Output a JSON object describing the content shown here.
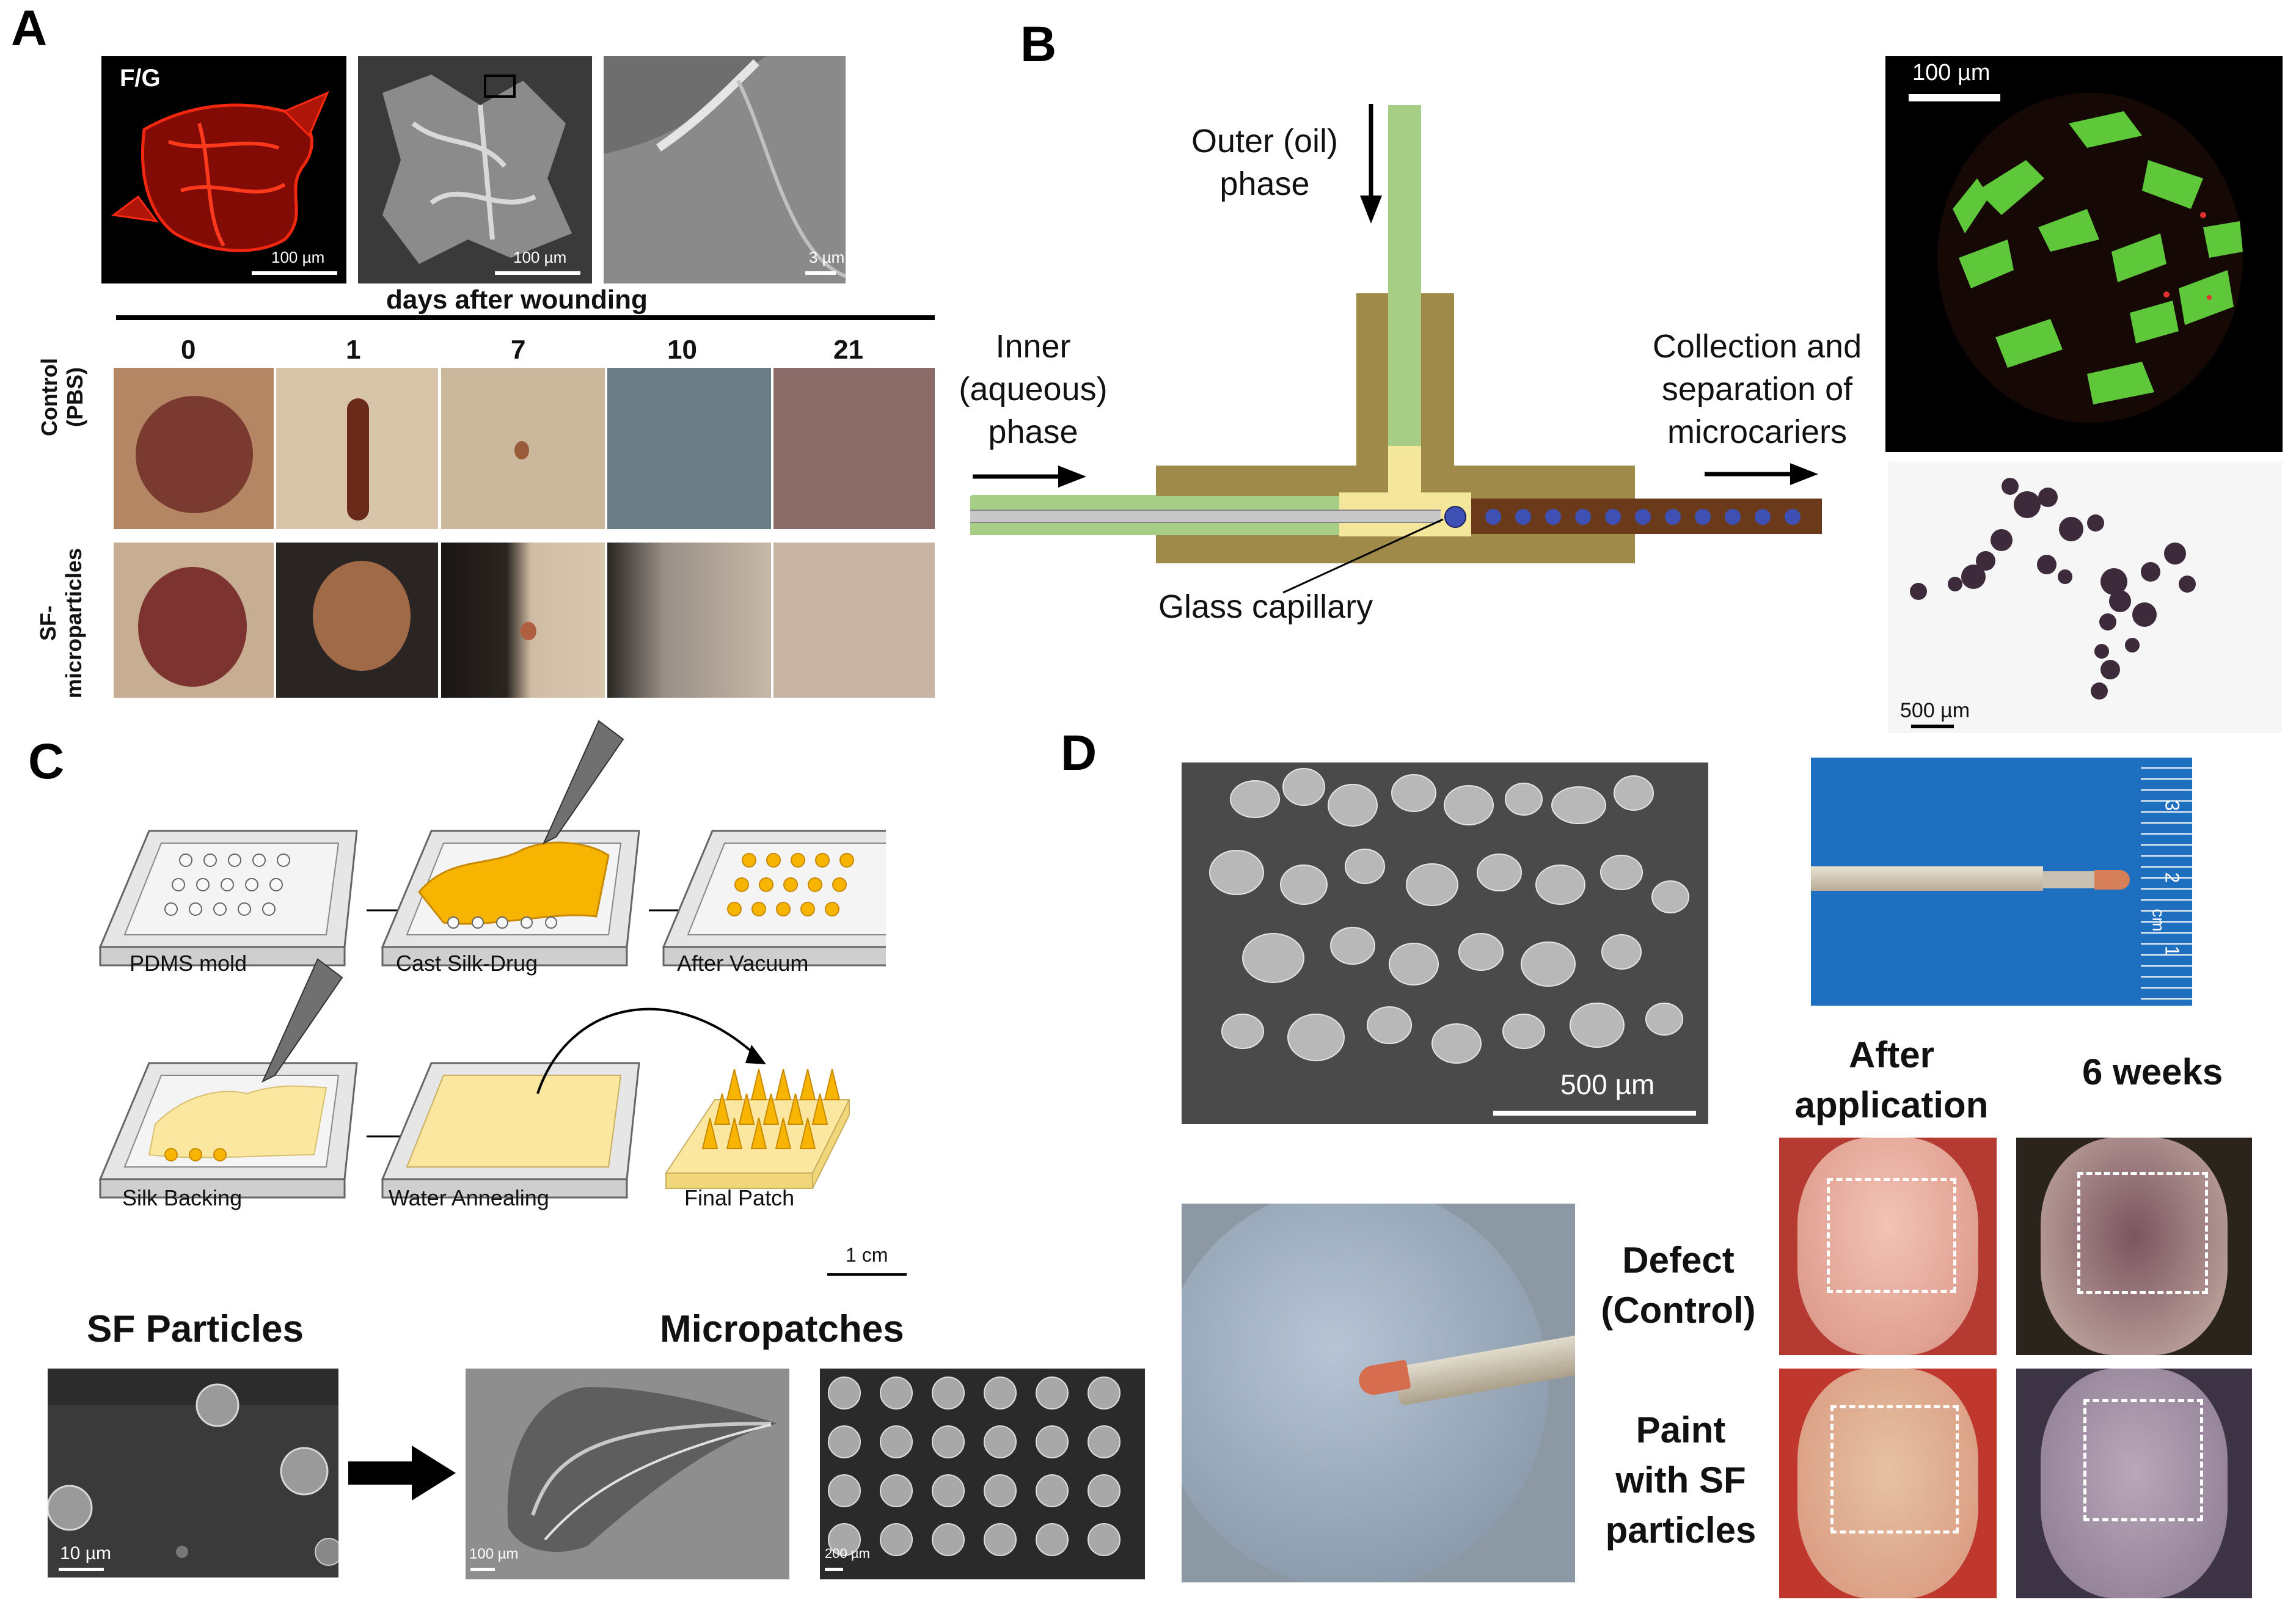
{
  "panelA": {
    "letter": "A",
    "fg_label": "F/G",
    "scale_100_1": "100 µm",
    "scale_100_2": "100 µm",
    "scale_3": "3 µm",
    "header": "days after wounding",
    "days": [
      "0",
      "1",
      "7",
      "10",
      "21"
    ],
    "row_control": "Control\n(PBS)",
    "row_sf": "SF-\nmicroparticles"
  },
  "panelB": {
    "letter": "B",
    "outer_phase": "Outer (oil)\nphase",
    "inner_phase": "Inner\n(aqueous)\nphase",
    "collection": "Collection and\nseparation of\nmicrocariers",
    "glass_capillary": "Glass capillary",
    "scale_100": "100 µm",
    "scale_500": "500 µm"
  },
  "panelC": {
    "letter": "C",
    "steps": [
      "PDMS mold",
      "Cast Silk-Drug",
      "After Vacuum",
      "Silk Backing",
      "Water Annealing",
      "Final Patch"
    ],
    "scale_1cm": "1 cm",
    "sf_particles": "SF Particles",
    "micropatches": "Micropatches",
    "scale_10": "10 µm",
    "scale_100": "100 µm",
    "scale_200": "200 µm"
  },
  "panelD": {
    "letter": "D",
    "scale_500": "500 µm",
    "col_after": "After\napplication",
    "col_6w": "6 weeks",
    "row_defect": "Defect\n(Control)",
    "row_paint": "Paint\nwith SF\nparticles",
    "ruler_marks": [
      "3",
      "2",
      "1"
    ],
    "ruler_unit": "cm"
  },
  "colors": {
    "green_phase": "#a6cf85",
    "olive_block": "#a08a4a",
    "yellow_phase": "#f4e69a",
    "brown_tube": "#6b3a1a",
    "blue_particle": "#3f50b5",
    "fluor_green": "#5fc73a"
  }
}
